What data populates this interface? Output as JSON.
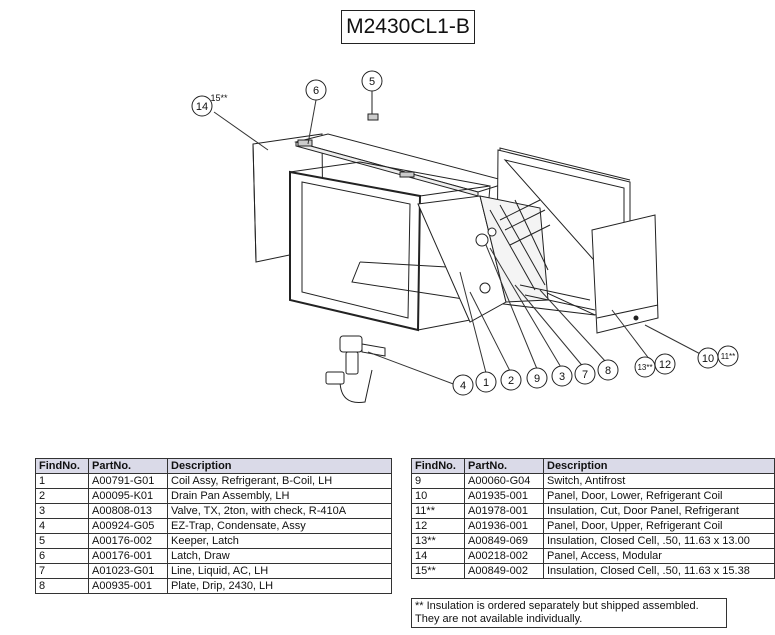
{
  "title": "M2430CL1-B",
  "callouts": [
    {
      "key": "c14",
      "label": "14"
    },
    {
      "key": "c15",
      "label": "15**"
    },
    {
      "key": "c6",
      "label": "6"
    },
    {
      "key": "c5",
      "label": "5"
    },
    {
      "key": "c4",
      "label": "4"
    },
    {
      "key": "c1",
      "label": "1"
    },
    {
      "key": "c2",
      "label": "2"
    },
    {
      "key": "c9",
      "label": "9"
    },
    {
      "key": "c3",
      "label": "3"
    },
    {
      "key": "c7",
      "label": "7"
    },
    {
      "key": "c8",
      "label": "8"
    },
    {
      "key": "c13",
      "label": "13**"
    },
    {
      "key": "c12",
      "label": "12"
    },
    {
      "key": "c10",
      "label": "10"
    },
    {
      "key": "c11",
      "label": "11**"
    }
  ],
  "table_headers": [
    "FindNo.",
    "PartNo.",
    "Description"
  ],
  "left_table": [
    [
      "1",
      "A00791-G01",
      "Coil Assy, Refrigerant, B-Coil, LH"
    ],
    [
      "2",
      "A00095-K01",
      "Drain Pan Assembly, LH"
    ],
    [
      "3",
      "A00808-013",
      "Valve, TX, 2ton, with check, R-410A"
    ],
    [
      "4",
      "A00924-G05",
      "EZ-Trap, Condensate, Assy"
    ],
    [
      "5",
      "A00176-002",
      "Keeper, Latch"
    ],
    [
      "6",
      "A00176-001",
      "Latch, Draw"
    ],
    [
      "7",
      "A01023-G01",
      "Line, Liquid, AC, LH"
    ],
    [
      "8",
      "A00935-001",
      "Plate, Drip, 2430, LH"
    ]
  ],
  "right_table": [
    [
      "9",
      "A00060-G04",
      "Switch, Antifrost"
    ],
    [
      "10",
      "A01935-001",
      "Panel, Door, Lower, Refrigerant Coil"
    ],
    [
      "11**",
      "A01978-001",
      "Insulation, Cut, Door Panel, Refrigerant"
    ],
    [
      "12",
      "A01936-001",
      "Panel, Door, Upper, Refrigerant Coil"
    ],
    [
      "13**",
      "A00849-069",
      "Insulation, Closed Cell, .50, 11.63 x 13.00"
    ],
    [
      "14",
      "A00218-002",
      "Panel, Access, Modular"
    ],
    [
      "15**",
      "A00849-002",
      "Insulation, Closed Cell, .50, 11.63 x 15.38"
    ]
  ],
  "note": {
    "line1": "** Insulation is ordered separately but shipped assembled.",
    "line2": "They are not available individually."
  }
}
